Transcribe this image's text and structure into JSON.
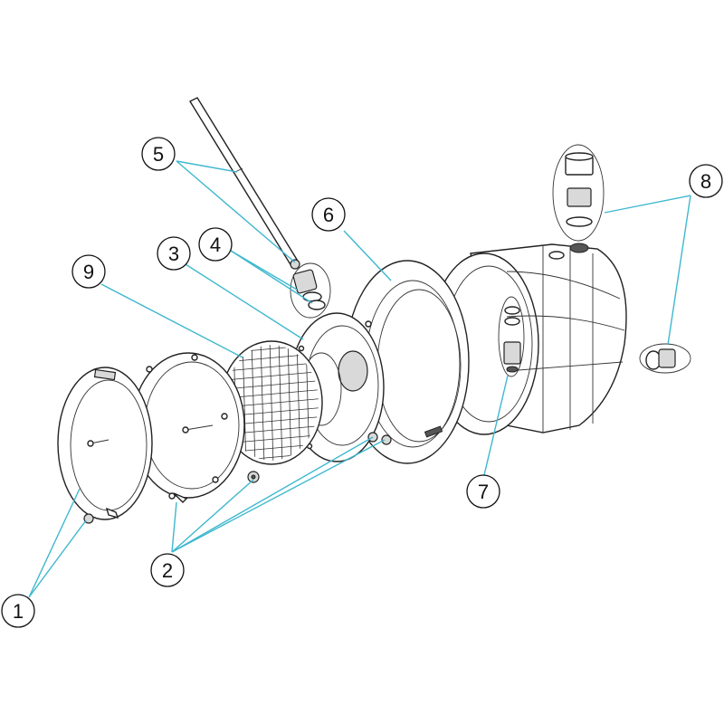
{
  "callouts": [
    {
      "id": "1",
      "label": "1"
    },
    {
      "id": "2",
      "label": "2"
    },
    {
      "id": "3",
      "label": "3"
    },
    {
      "id": "4",
      "label": "4"
    },
    {
      "id": "5",
      "label": "5"
    },
    {
      "id": "6",
      "label": "6"
    },
    {
      "id": "7",
      "label": "7"
    },
    {
      "id": "8",
      "label": "8"
    },
    {
      "id": "9",
      "label": "9"
    }
  ],
  "colors": {
    "leader": "#3fb8cf",
    "outline": "#222222",
    "background": "#ffffff"
  }
}
